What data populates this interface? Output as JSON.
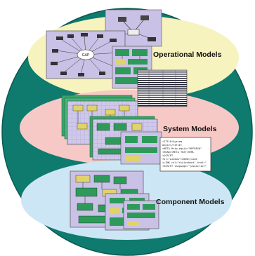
{
  "layers": [
    {
      "label": "Operational Models",
      "fill": "#f7f3bf"
    },
    {
      "label": "System Models",
      "fill": "#f7c9c6"
    },
    {
      "label": "Component Models",
      "fill": "#cde6f5"
    }
  ],
  "hub_label": "GAP",
  "code_lines": [
    "<TITLE>System",
    "Angle</TITLE>",
    "<META Http-equiv=\"REFRESH\"",
    "<HEAD><META TEXT/HTML",
    "<SCRIPT",
    "for=\"window\">2000</code",
    "<LINK rel=\"stylesheet\" href=\"",
    "<SCRIPT language=\"javascript\""
  ],
  "colors": {
    "outer_circle": "#0f7a6e",
    "outer_circle_stroke": "#0a5a51",
    "document_paper": "#c9c1e6",
    "diagram_box_green": "#2e9a5a",
    "diagram_box_yellow": "#e0d36a"
  }
}
